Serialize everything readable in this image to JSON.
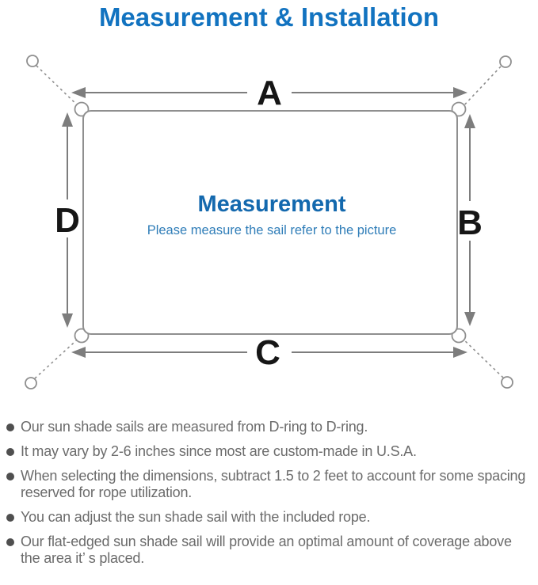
{
  "title": {
    "text": "Measurement & Installation",
    "color": "#1273c0"
  },
  "diagram": {
    "labels": {
      "top": "A",
      "right": "B",
      "bottom": "C",
      "left": "D"
    },
    "center_title": "Measurement",
    "center_subtitle": "Please measure the sail refer to the picture",
    "colors": {
      "line_gray": "#7d7d7d",
      "outline_gray": "#8f8f8f",
      "label_black": "#161616",
      "center_title_blue": "#1469ae",
      "center_subtitle_blue": "#2f7db8"
    }
  },
  "notes": {
    "items": [
      {
        "text": "Our sun shade sails are measured from D-ring to D-ring."
      },
      {
        "text": "It may vary by 2-6 inches since most are custom-made in U.S.A."
      },
      {
        "text": "When selecting the dimensions, subtract 1.5 to 2 feet to account for some spacing\nreserved for rope utilization."
      },
      {
        "text": "You can adjust the sun shade sail with the included rope."
      },
      {
        "text": "Our flat-edged sun shade sail will provide an optimal amount of coverage above\nthe area it’ s placed."
      }
    ]
  }
}
